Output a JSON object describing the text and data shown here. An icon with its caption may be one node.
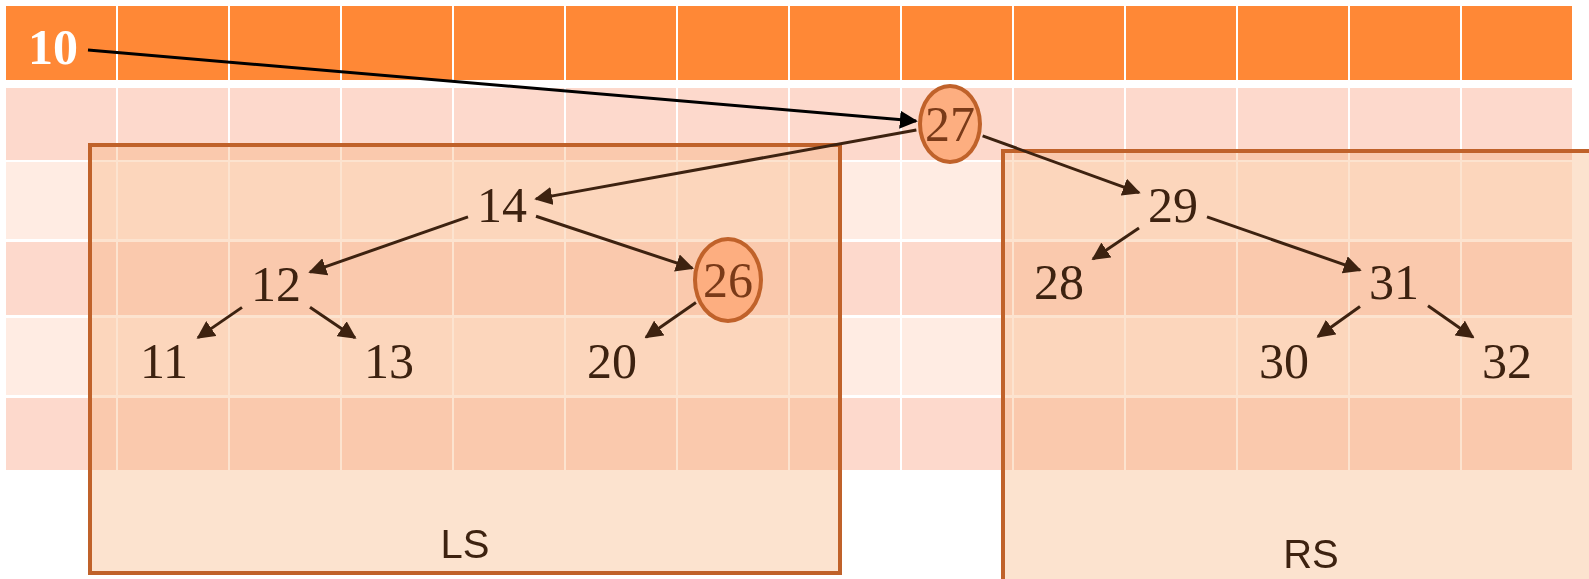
{
  "diagram": {
    "nodes": [
      {
        "text": [
          "10"
        ]
      },
      {
        "text": [
          "27"
        ]
      },
      {
        "text": [
          "LS"
        ]
      },
      {
        "text": [
          "14"
        ],
        "in": 2
      },
      {
        "text": [
          "12"
        ],
        "in": 2
      },
      {
        "text": [
          "26"
        ],
        "in": 2
      },
      {
        "text": [
          "11"
        ],
        "in": 2
      },
      {
        "text": [
          "13"
        ],
        "in": 2
      },
      {
        "text": [
          "20"
        ],
        "in": 2
      },
      {
        "text": [
          "RS"
        ]
      },
      {
        "text": [
          "29"
        ],
        "in": 9
      },
      {
        "text": [
          "28"
        ],
        "in": 9
      },
      {
        "text": [
          "31"
        ],
        "in": 9
      },
      {
        "text": [
          "30"
        ],
        "in": 9
      },
      {
        "text": [
          "32"
        ],
        "in": 9
      }
    ],
    "edges": [
      {
        "from": 0,
        "to": 1,
        "arrow": "to",
        "color": "#000000"
      },
      {
        "from": 1,
        "to": 3,
        "arrow": "to"
      },
      {
        "from": 1,
        "to": 10,
        "arrow": "to"
      },
      {
        "from": 3,
        "to": 4,
        "arrow": "to"
      },
      {
        "from": 3,
        "to": 5,
        "arrow": "to"
      },
      {
        "from": 4,
        "to": 6,
        "arrow": "to"
      },
      {
        "from": 4,
        "to": 7,
        "arrow": "to"
      },
      {
        "from": 5,
        "to": 8,
        "arrow": "to"
      },
      {
        "from": 10,
        "to": 11,
        "arrow": "to"
      },
      {
        "from": 10,
        "to": 12,
        "arrow": "to"
      },
      {
        "from": 12,
        "to": 13,
        "arrow": "to"
      },
      {
        "from": 12,
        "to": 14,
        "arrow": "to"
      }
    ]
  }
}
